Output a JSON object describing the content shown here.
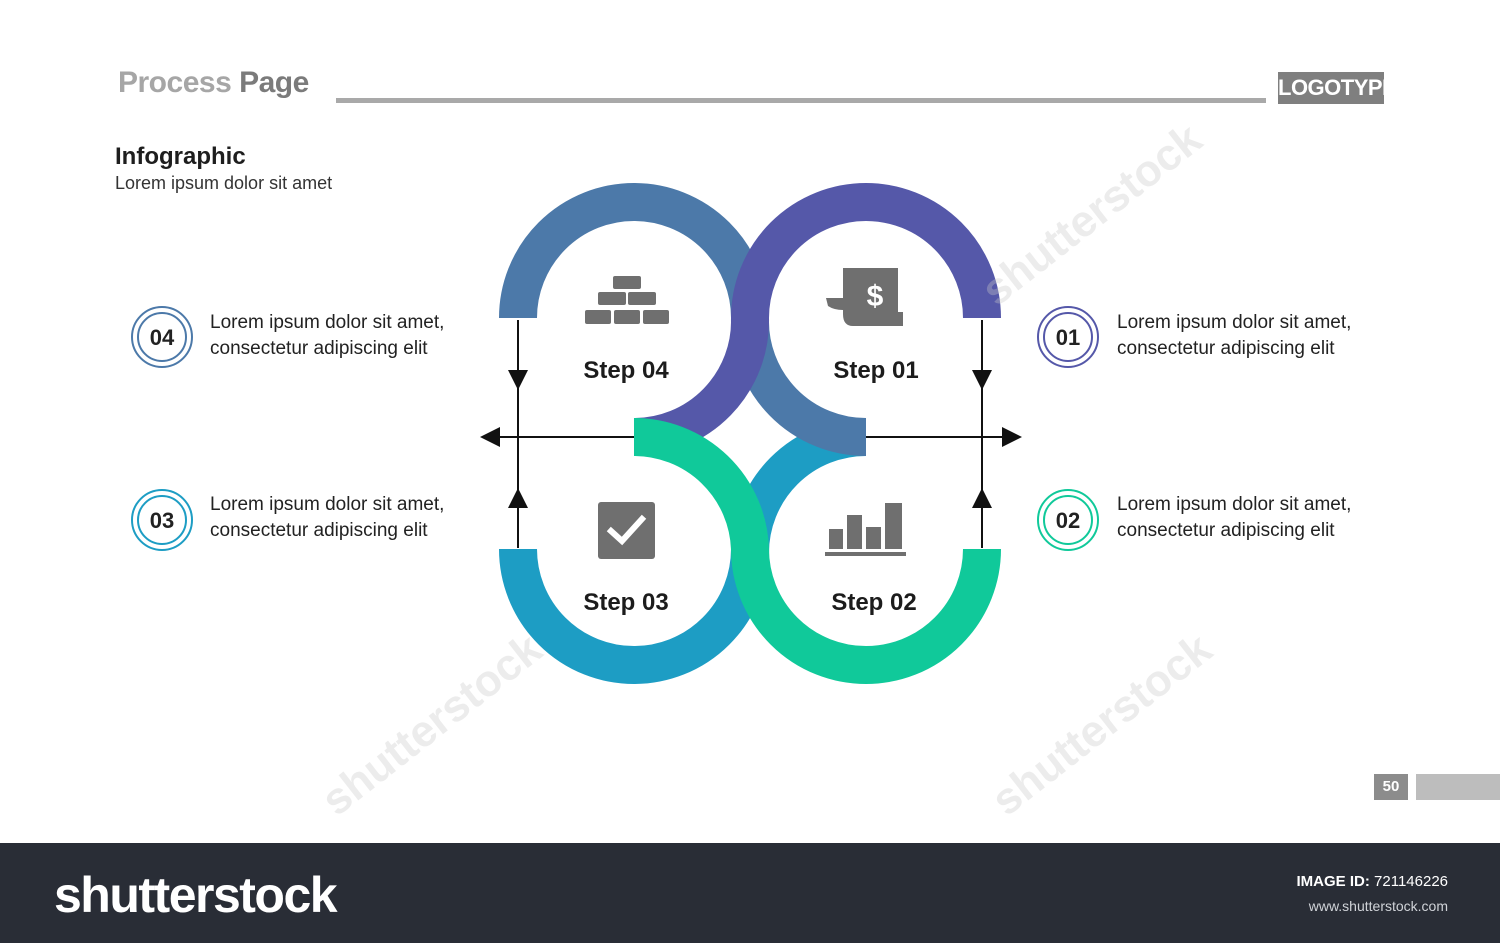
{
  "header": {
    "title_light": "Process",
    "title_strong": "Page",
    "logo": "LOGOTYPE"
  },
  "section": {
    "title": "Infographic",
    "subtitle": "Lorem ipsum dolor sit amet"
  },
  "steps": [
    {
      "number": "01",
      "label": "Step 01",
      "icon": "dollar-document-icon",
      "color": "#5558a9",
      "line1": "Lorem ipsum dolor sit amet,",
      "line2": "consectetur adipiscing elit"
    },
    {
      "number": "02",
      "label": "Step 02",
      "icon": "bar-chart-icon",
      "color": "#10c99a",
      "line1": "Lorem ipsum dolor sit amet,",
      "line2": "consectetur adipiscing elit"
    },
    {
      "number": "03",
      "label": "Step 03",
      "icon": "checkbox-icon",
      "color": "#1d9dc4",
      "line1": "Lorem ipsum dolor sit amet,",
      "line2": "consectetur adipiscing elit"
    },
    {
      "number": "04",
      "label": "Step 04",
      "icon": "gold-bars-icon",
      "color": "#4c79a9",
      "line1": "Lorem ipsum dolor sit amet,",
      "line2": "consectetur adipiscing elit"
    }
  ],
  "page": {
    "number": "50"
  },
  "footer": {
    "brand": "shutterstock",
    "image_id_label": "IMAGE ID:",
    "image_id": "721146226",
    "url": "www.shutterstock.com"
  },
  "watermark": "shutterstock"
}
